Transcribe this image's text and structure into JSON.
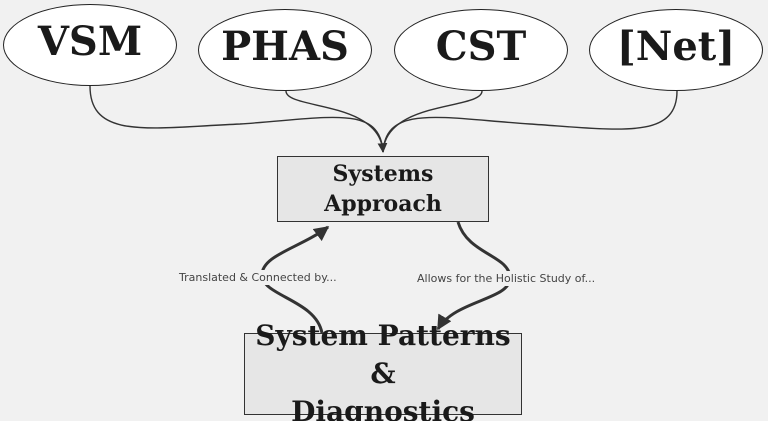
{
  "nodes": {
    "vsm": "VSM",
    "phas": "PHAS",
    "cst": "CST",
    "net": "[Net]",
    "systems_approach": "Systems\nApproach",
    "system_patterns": "System Patterns &\nDiagnostics"
  },
  "edges": {
    "translated": "Translated & Connected by...",
    "allows": "Allows for the Holistic Study of..."
  }
}
